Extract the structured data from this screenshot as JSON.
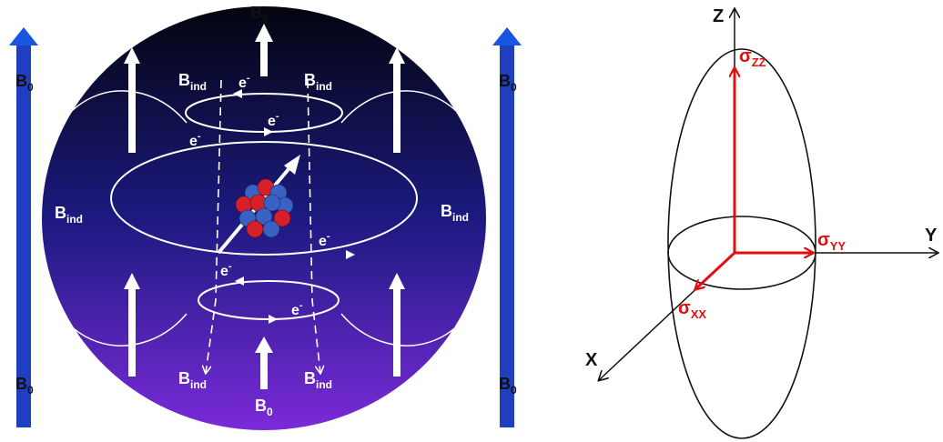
{
  "left_diagram": {
    "field": {
      "main": "B",
      "main_sub": "0"
    },
    "induced": {
      "main": "B",
      "main_sub": "ind"
    },
    "electron": {
      "main": "e",
      "sup": "-"
    },
    "colors": {
      "sphere_top": "#03050f",
      "sphere_mid": "#1c1a80",
      "sphere_bottom": "#7a2ad8",
      "bar": "#1f3fc0",
      "arrow_head": "#1a55e0",
      "proton": "#d5202a",
      "neutron": "#3a62c4"
    }
  },
  "right_diagram": {
    "axes": {
      "z": "Z",
      "y": "Y",
      "x": "X"
    },
    "tensor": {
      "zz": {
        "main": "σ",
        "sub": "ZZ"
      },
      "yy": {
        "main": "σ",
        "sub": "YY"
      },
      "xx": {
        "main": "σ",
        "sub": "XX"
      }
    },
    "colors": {
      "tensor": "#e01010",
      "axis": "#111111"
    }
  }
}
